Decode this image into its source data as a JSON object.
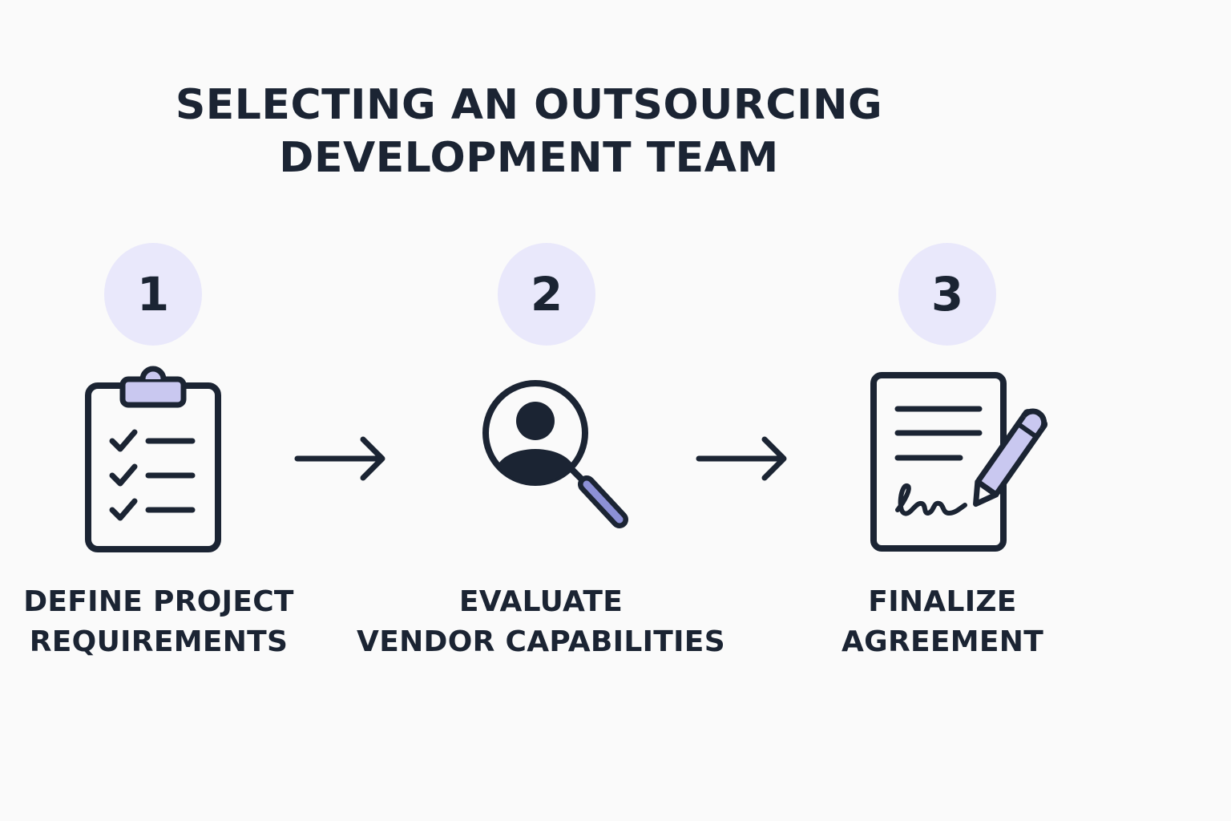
{
  "title": {
    "line1": "SELECTING AN OUTSOURCING",
    "line2": "DEVELOPMENT TEAM"
  },
  "steps": [
    {
      "number": "1",
      "label_line1": "DEFINE PROJECT",
      "label_line2": "REQUIREMENTS",
      "icon": "clipboard-checklist-icon"
    },
    {
      "number": "2",
      "label_line1": "EVALUATE",
      "label_line2": "VENDOR CAPABILITIES",
      "icon": "person-magnifier-icon"
    },
    {
      "number": "3",
      "label_line1": "FINALIZE",
      "label_line2": "AGREEMENT",
      "icon": "signed-document-icon"
    }
  ],
  "colors": {
    "background": "#fafafa",
    "ink": "#1b2433",
    "badge": "#e9e8fb",
    "accent": "#8c90d6"
  }
}
